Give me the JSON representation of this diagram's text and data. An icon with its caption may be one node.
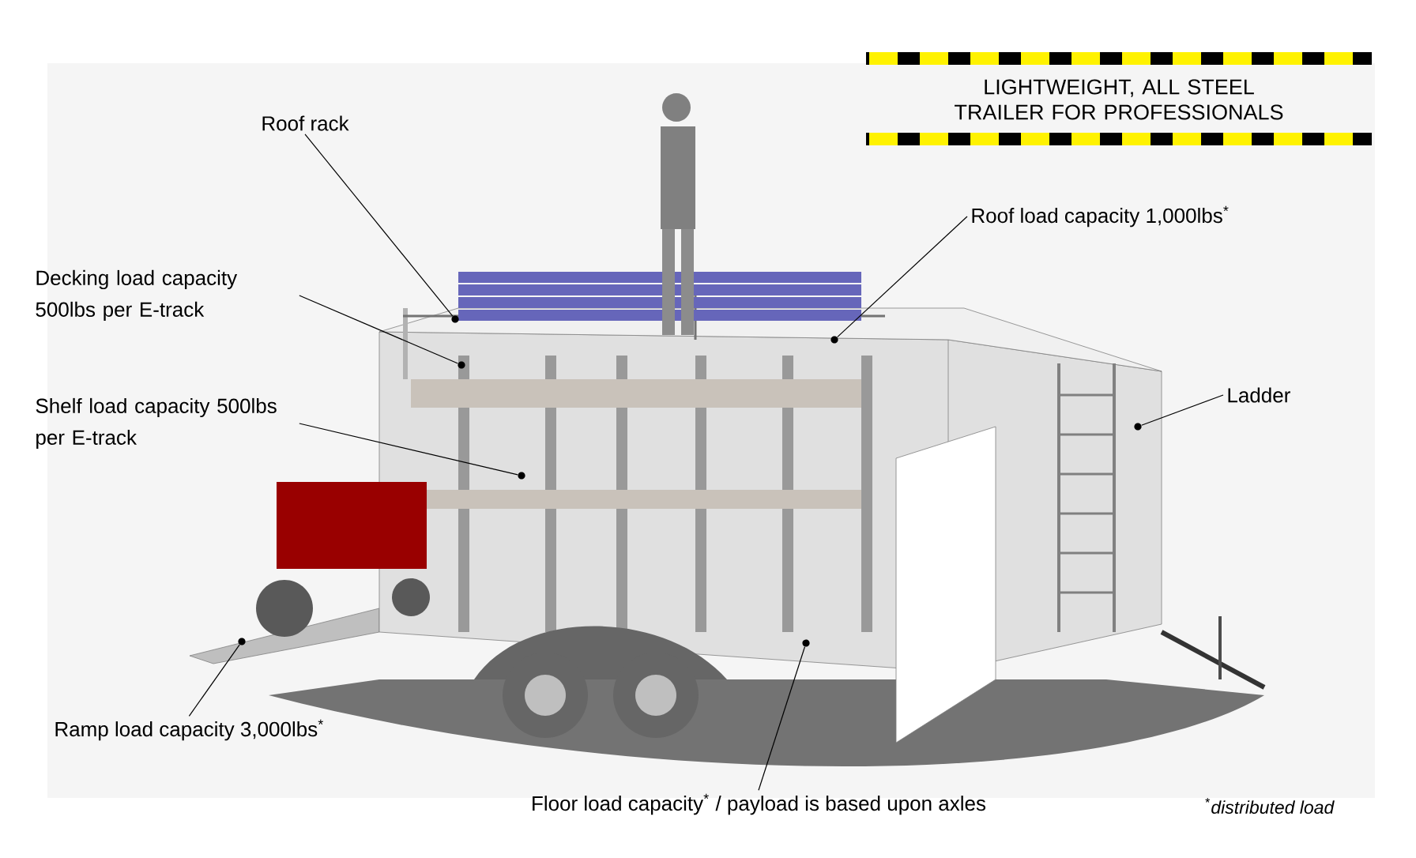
{
  "diagram": {
    "title": "LIGHTWEIGHT, ALL STEEL TRAILER FOR PROFESSIONALS",
    "nodes": [
      {
        "text": [
          "Roof rack"
        ]
      },
      {
        "text": [
          "Decking load capacity 500lbs per E-track"
        ]
      },
      {
        "text": [
          "Shelf load capacity 500lbs per E-track"
        ]
      },
      {
        "text": [
          "Roof load capacity 1,000lbs$^{*}$"
        ]
      },
      {
        "text": [
          "Ladder"
        ]
      },
      {
        "text": [
          "Ramp load capacity 3,000lbs$^{*}$"
        ]
      },
      {
        "text": [
          "Floor load capacity$^{*}$ / payload is based upon axles"
        ]
      },
      {
        "text": [],
        "shape": "circle"
      },
      {
        "text": [],
        "shape": "circle"
      },
      {
        "text": [],
        "shape": "circle"
      },
      {
        "text": [],
        "shape": "circle"
      },
      {
        "text": [],
        "shape": "circle"
      },
      {
        "text": [],
        "shape": "circle"
      },
      {
        "text": [],
        "shape": "circle"
      }
    ],
    "edges": [
      {
        "from": 0,
        "to": 8,
        "arrow": "none"
      },
      {
        "from": 1,
        "to": 9,
        "arrow": "none"
      },
      {
        "from": 2,
        "to": 10,
        "arrow": "none"
      },
      {
        "from": 3,
        "to": 12,
        "arrow": "none"
      },
      {
        "from": 4,
        "to": 13,
        "arrow": "none"
      },
      {
        "from": 5,
        "to": 7,
        "arrow": "none"
      },
      {
        "from": 6,
        "to": 11,
        "arrow": "none"
      }
    ],
    "labels": [
      "$^{*}$*distributed load*"
    ]
  }
}
